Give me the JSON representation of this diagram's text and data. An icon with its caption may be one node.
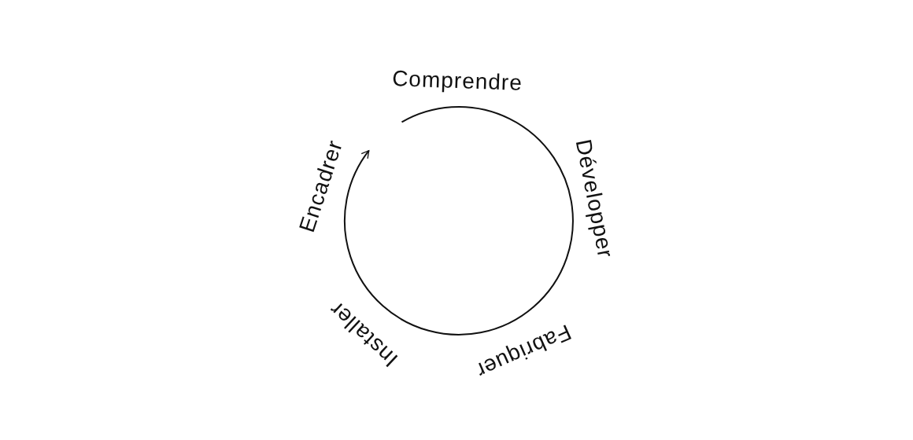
{
  "diagram": {
    "labels": [
      "Comprendre",
      "Développer",
      "Fabriquer",
      "Installer",
      "Encadrer"
    ]
  }
}
